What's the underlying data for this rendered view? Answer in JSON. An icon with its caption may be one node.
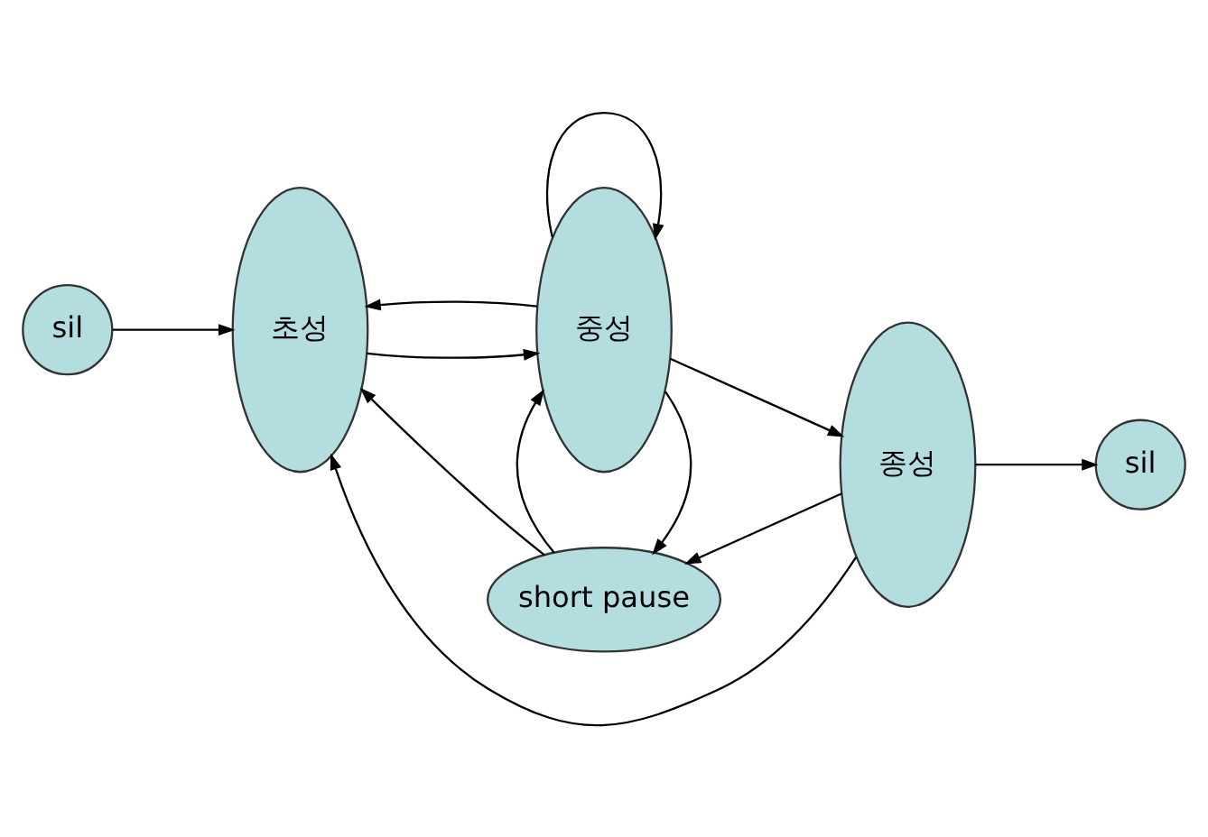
{
  "diagram": {
    "nodes": [
      {
        "text": [
          "sil"
        ]
      },
      {
        "text": [
          "초성"
        ]
      },
      {
        "text": [
          "중성"
        ]
      },
      {
        "text": [
          "종성"
        ]
      },
      {
        "text": [
          "sil"
        ]
      },
      {
        "text": [
          "short pause"
        ]
      }
    ],
    "edges": [
      {
        "from": 0,
        "to": 1,
        "arrow": "to"
      },
      {
        "from": 1,
        "to": 2,
        "arrow": "to"
      },
      {
        "from": 2,
        "to": 3,
        "arrow": "to"
      },
      {
        "from": 3,
        "to": 4,
        "arrow": "to"
      },
      {
        "from": 2,
        "to": 1,
        "arrow": "to"
      },
      {
        "from": 2,
        "to": 2,
        "arrow": "to"
      },
      {
        "from": 2,
        "to": 5,
        "arrow": "to"
      },
      {
        "from": 5,
        "to": 2,
        "arrow": "to"
      },
      {
        "from": 3,
        "to": 5,
        "arrow": "to"
      },
      {
        "from": 5,
        "to": 1,
        "arrow": "to"
      },
      {
        "from": 3,
        "to": 1,
        "arrow": "to"
      }
    ]
  }
}
